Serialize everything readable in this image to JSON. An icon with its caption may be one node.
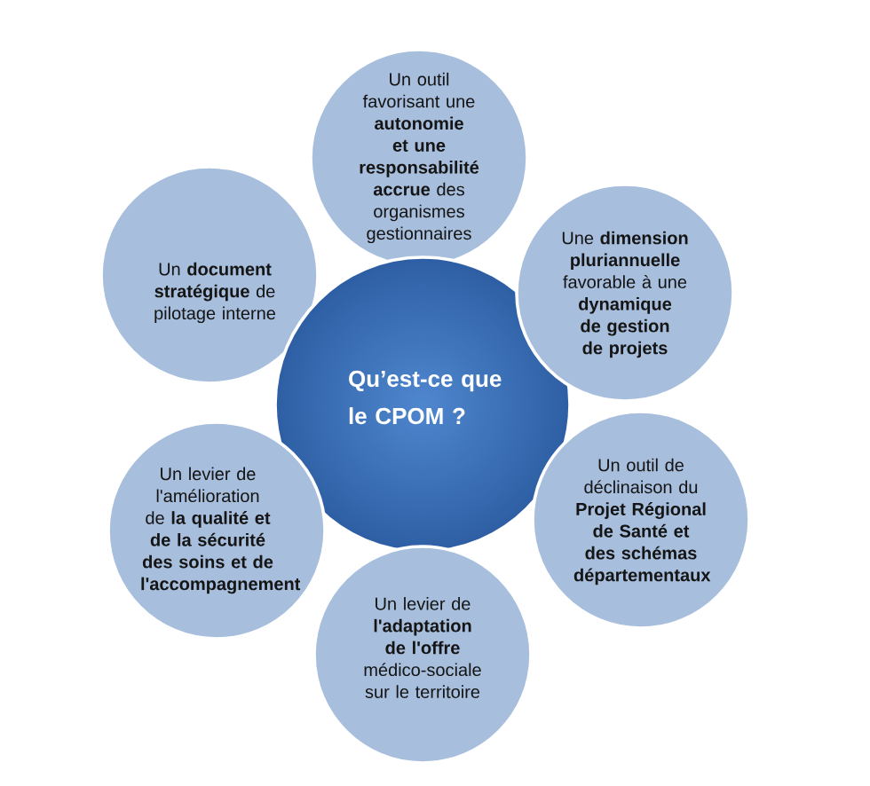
{
  "diagram": {
    "nodes": [
      {
        "text": [
          "Qu’est-ce que le CPOM ?"
        ]
      },
      {
        "text": [
          "Un outil favorisant une **autonomie et une responsabilité accrue** des organismes gestionnaires"
        ]
      },
      {
        "text": [
          "Une **dimension pluriannuelle** favorable à une **dynamique de gestion de projets**"
        ]
      },
      {
        "text": [
          "Un outil de déclinaison du **Projet Régional de Santé et des schémas départementaux**"
        ]
      },
      {
        "text": [
          "Un levier de **l'adaptation de l'offre** médico-sociale sur le territoire"
        ]
      },
      {
        "text": [
          "Un levier de l'amélioration de **la qualité et de la sécurité des soins et de l'accompagnement**"
        ]
      },
      {
        "text": [
          "Un **document stratégique** de pilotage interne"
        ]
      }
    ]
  }
}
